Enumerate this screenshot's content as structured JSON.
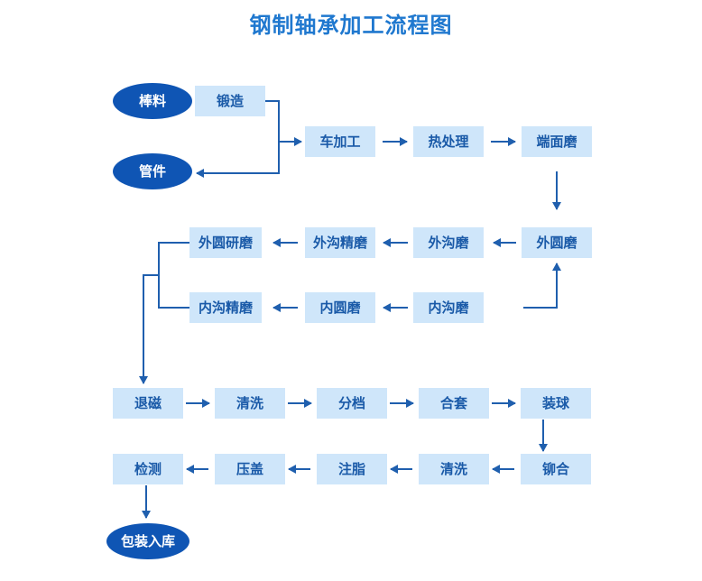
{
  "title": "钢制轴承加工流程图",
  "colors": {
    "title": "#1f78cf",
    "box_fill": "#cfe6fa",
    "box_text": "#1a5aa8",
    "oval_fill": "#0f55b4",
    "arrow": "#1f5fae"
  },
  "nodes": {
    "bar_stock": "棒料",
    "tube": "管件",
    "forging": "锻造",
    "turning": "车加工",
    "heat_treatment": "热处理",
    "face_grinding": "端面磨",
    "outer_grinding": "外圆磨",
    "outer_race_grinding": "外沟磨",
    "outer_race_fine": "外沟精磨",
    "outer_lapping": "外圆研磨",
    "inner_race_grinding": "内沟磨",
    "inner_grinding": "内圆磨",
    "inner_race_fine": "内沟精磨",
    "demagnetize": "退磁",
    "cleaning_1": "清洗",
    "sorting": "分档",
    "matching": "合套",
    "ball_loading": "装球",
    "riveting": "铆合",
    "cleaning_2": "清洗",
    "greasing": "注脂",
    "capping": "压盖",
    "inspection": "检测",
    "packing": "包装入库"
  }
}
